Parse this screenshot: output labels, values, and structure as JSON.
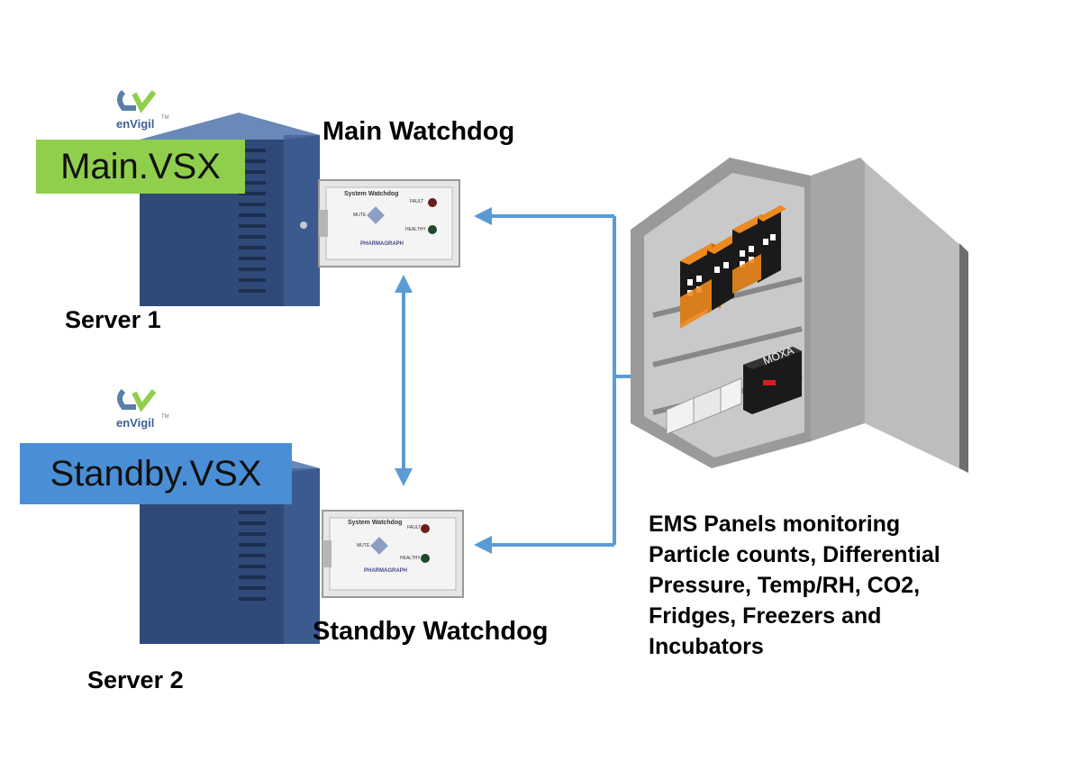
{
  "servers": [
    {
      "name": "Server 1",
      "role_label": "Main.VSX",
      "role_color": "#8fcf4c",
      "logo_text": "enVigil",
      "logo_tm": "TM"
    },
    {
      "name": "Server 2",
      "role_label": "Standby.VSX",
      "role_color": "#4a8fd6",
      "logo_text": "enVigil",
      "logo_tm": "TM"
    }
  ],
  "watchdogs": [
    {
      "title": "Main Watchdog",
      "device_label": "System Watchdog",
      "fault_label": "FAULT",
      "healthy_label": "HEALTHY",
      "mute_label": "MUTE",
      "brand": "PHARMAGRAPH"
    },
    {
      "title": "Standby Watchdog",
      "device_label": "System Watchdog",
      "fault_label": "FAULT",
      "healthy_label": "HEALTHY",
      "mute_label": "MUTE",
      "brand": "PHARMAGRAPH"
    }
  ],
  "panel": {
    "moxa_label": "MOXA",
    "description_lines": [
      "EMS Panels monitoring",
      "Particle counts, Differential",
      "Pressure, Temp/RH, CO2,",
      "Fridges, Freezers and",
      "Incubators"
    ]
  },
  "colors": {
    "arrow": "#5b9bd5",
    "server_body": "#3f5f94",
    "cabinet": "#b8b8b8",
    "module_orange": "#f08a1e"
  }
}
